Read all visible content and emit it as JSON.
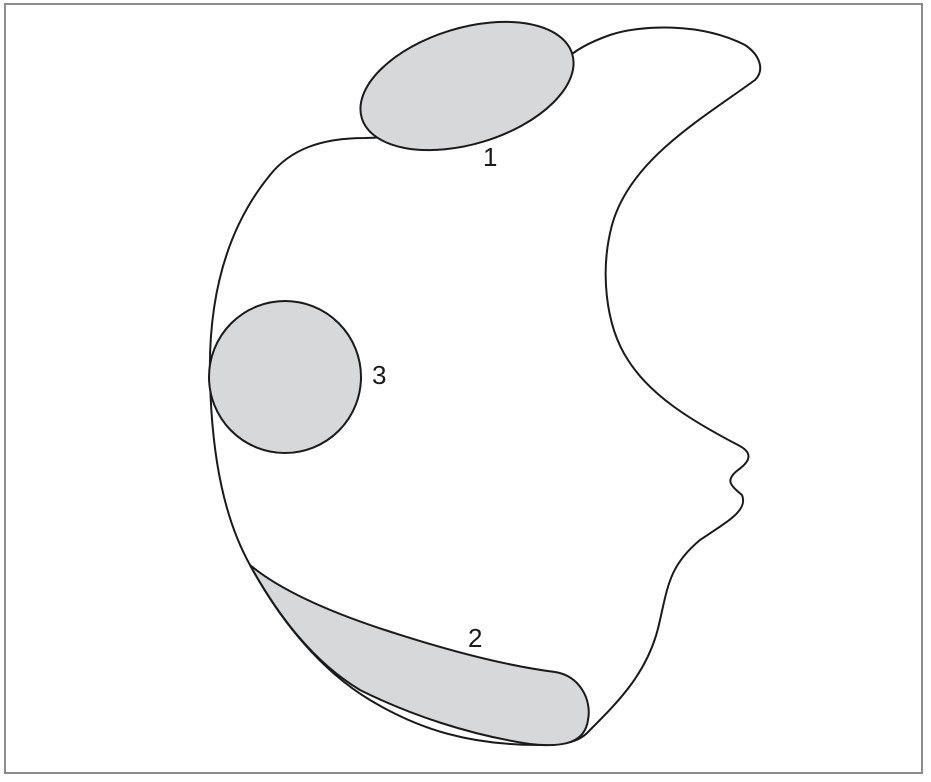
{
  "diagram": {
    "colors": {
      "outline": "#1a1a1a",
      "region_fill": "#d7d8da",
      "frame_border": "#8c8c8c",
      "background": "#ffffff"
    },
    "regions": [
      {
        "id": "region-1",
        "label": "1",
        "shape": "ellipse"
      },
      {
        "id": "region-2",
        "label": "2",
        "shape": "crescent"
      },
      {
        "id": "region-3",
        "label": "3",
        "shape": "circle"
      }
    ]
  }
}
